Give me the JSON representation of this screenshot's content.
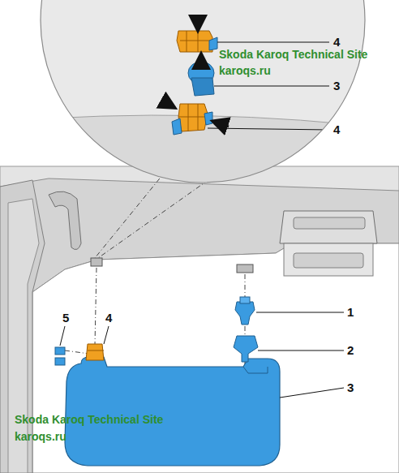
{
  "diagram": {
    "labels": [
      "4",
      "Skoda Karoq Technical Site",
      "karoqs.ru",
      "3",
      "4",
      "5",
      "4",
      "1",
      "2",
      "3",
      "Skoda Karoq Technical Site",
      "karoqs.ru"
    ]
  }
}
